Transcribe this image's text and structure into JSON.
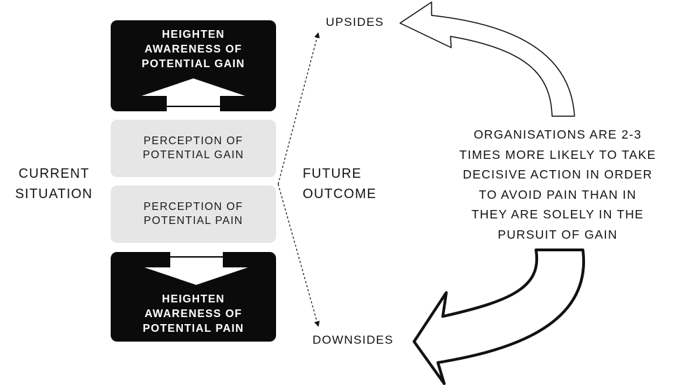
{
  "stack": {
    "top_box": [
      "HEIGHTEN",
      "AWARENESS OF",
      "POTENTIAL GAIN"
    ],
    "gain_perception": [
      "PERCEPTION OF",
      "POTENTIAL GAIN"
    ],
    "pain_perception": [
      "PERCEPTION OF",
      "POTENTIAL PAIN"
    ],
    "bottom_box": [
      "HEIGHTEN",
      "AWARENESS OF",
      "POTENTIAL PAIN"
    ]
  },
  "labels": {
    "current_line1": "CURRENT",
    "current_line2": "SITUATION",
    "future_line1": "FUTURE",
    "future_line2": "OUTCOME",
    "upsides": "UPSIDES",
    "downsides": "DOWNSIDES"
  },
  "note": {
    "lines": [
      "ORGANISATIONS ARE 2-3",
      "TIMES MORE LIKELY TO TAKE",
      "DECISIVE ACTION IN ORDER",
      "TO AVOID PAIN THAN IN",
      "THEY ARE SOLELY IN THE",
      "PURSUIT OF GAIN"
    ]
  },
  "colors": {
    "dark_box": "#0b0b0b",
    "light_box": "#e6e6e6",
    "arrow_fill": "#ffffff",
    "line": "#111111"
  }
}
